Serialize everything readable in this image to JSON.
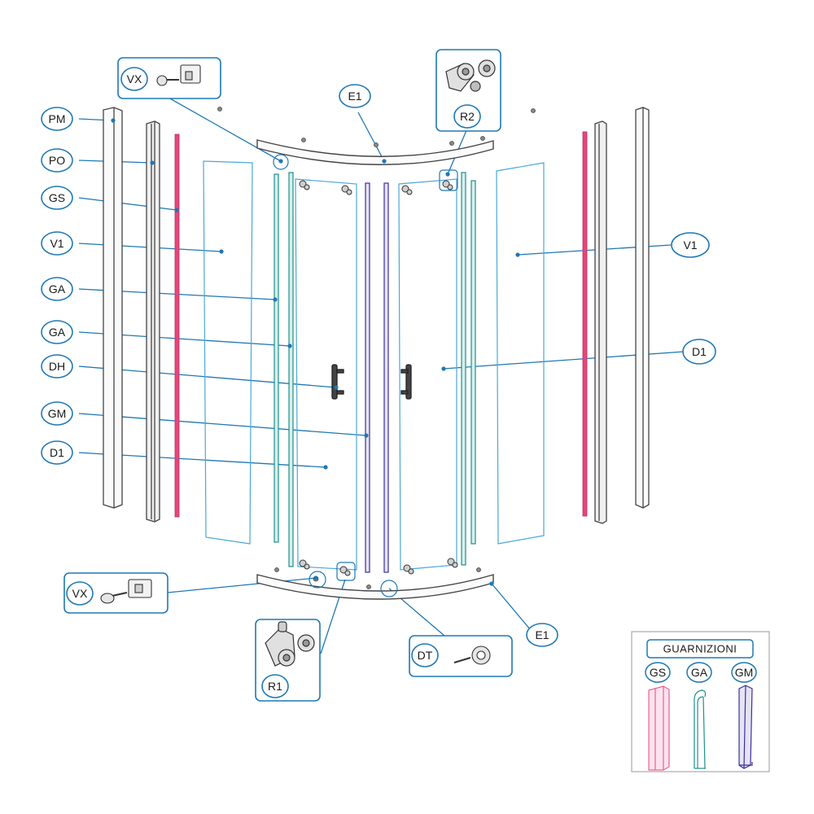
{
  "colors": {
    "leader": "#1f78b4",
    "frame": "#555555",
    "glass": "#4aa8d8",
    "gasket_gs": "#e8457a",
    "gasket_ga": "#1f8f8a",
    "gasket_gm": "#3b2fa0"
  },
  "labels": {
    "pm": "PM",
    "po": "PO",
    "gs": "GS",
    "v1_left": "V1",
    "ga_1": "GA",
    "ga_2": "GA",
    "dh": "DH",
    "gm": "GM",
    "d1_left": "D1",
    "vx_top": "VX",
    "vx_bottom": "VX",
    "e1_top": "E1",
    "e1_bottom": "E1",
    "r2": "R2",
    "r1": "R1",
    "v1_right": "V1",
    "d1_right": "D1",
    "dt": "DT"
  },
  "legend": {
    "title": "GUARNIZIONI",
    "items": [
      "GS",
      "GA",
      "GM"
    ]
  }
}
